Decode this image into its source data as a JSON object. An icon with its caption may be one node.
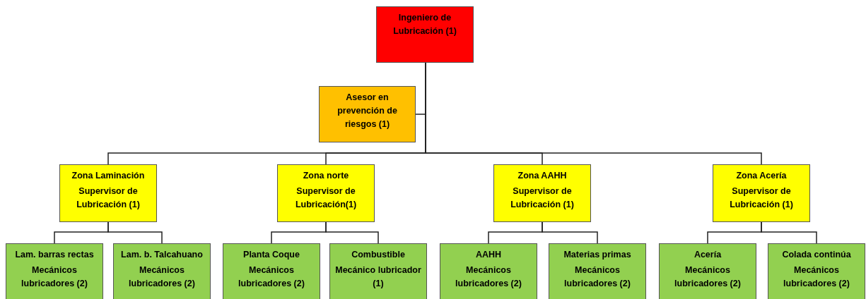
{
  "diagram": {
    "nodes": [
      {
        "text": [
          "Ingeniero de Lubricación (1)"
        ]
      },
      {
        "text": [
          "Asesor en prevención de riesgos (1)"
        ]
      },
      {
        "text": [
          "Zona Laminación",
          "Supervisor de Lubricación (1)"
        ]
      },
      {
        "text": [
          "Zona norte",
          "Supervisor de Lubricación(1)"
        ]
      },
      {
        "text": [
          "Zona AAHH",
          "Supervisor de Lubricación (1)"
        ]
      },
      {
        "text": [
          "Zona Acería",
          "Supervisor de Lubricación (1)"
        ]
      },
      {
        "text": [
          "Lam. barras rectas",
          "Mecánicos lubricadores (2)"
        ]
      },
      {
        "text": [
          "Lam. b. Talcahuano",
          "Mecánicos lubricadores (2)"
        ]
      },
      {
        "text": [
          "Planta Coque",
          "Mecánicos lubricadores (2)"
        ]
      },
      {
        "text": [
          "Combustible",
          "Mecánico lubricador (1)"
        ]
      },
      {
        "text": [
          "AAHH",
          "Mecánicos lubricadores (2)"
        ]
      },
      {
        "text": [
          "Materias primas",
          "Mecánicos lubricadores (2)"
        ]
      },
      {
        "text": [
          "Acería",
          "Mecánicos lubricadores (2)"
        ]
      },
      {
        "text": [
          "Colada continúa",
          "Mecánicos lubricadores (2)"
        ]
      }
    ],
    "edges": [
      {
        "from": 0,
        "to": 1,
        "arrow": "none"
      },
      {
        "from": 0,
        "to": 2,
        "arrow": "none"
      },
      {
        "from": 0,
        "to": 3,
        "arrow": "none"
      },
      {
        "from": 0,
        "to": 4,
        "arrow": "none"
      },
      {
        "from": 0,
        "to": 5,
        "arrow": "none"
      },
      {
        "from": 2,
        "to": 6,
        "arrow": "none"
      },
      {
        "from": 2,
        "to": 7,
        "arrow": "none"
      },
      {
        "from": 3,
        "to": 8,
        "arrow": "none"
      },
      {
        "from": 3,
        "to": 9,
        "arrow": "none"
      },
      {
        "from": 4,
        "to": 10,
        "arrow": "none"
      },
      {
        "from": 4,
        "to": 11,
        "arrow": "none"
      },
      {
        "from": 5,
        "to": 12,
        "arrow": "none"
      },
      {
        "from": 5,
        "to": 13,
        "arrow": "none"
      }
    ]
  }
}
